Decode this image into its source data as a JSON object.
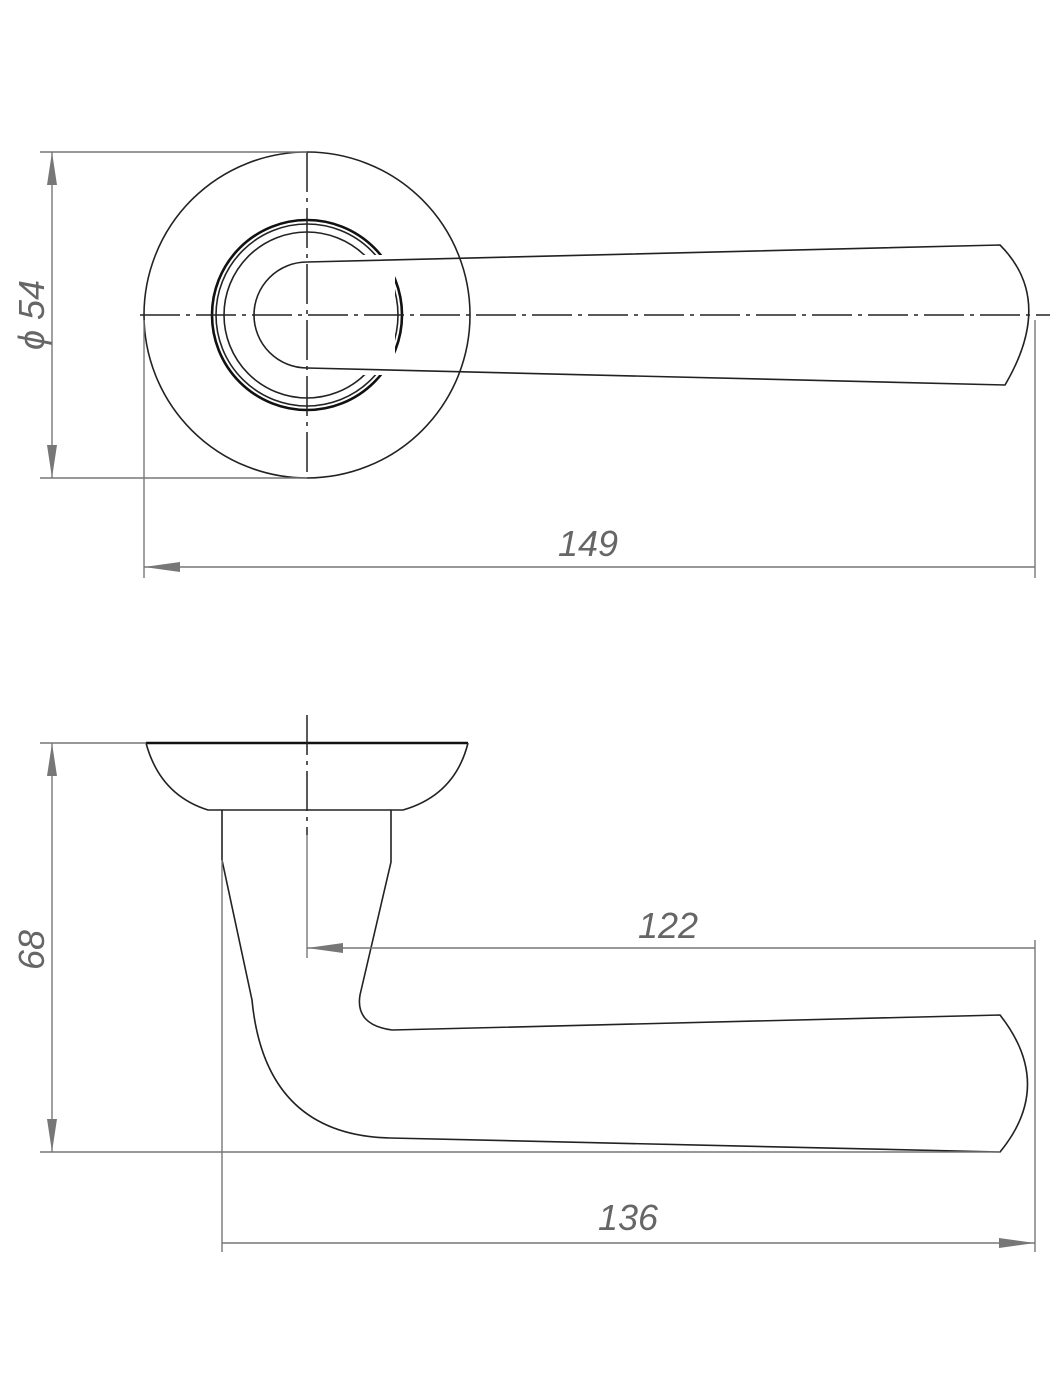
{
  "drawing": {
    "top_view": {
      "diameter_label": "ϕ 54",
      "length_label": "149"
    },
    "side_view": {
      "height_label": "68",
      "reach_label": "122",
      "overall_label": "136"
    },
    "line_color": "#222222",
    "dimension_color": "#777777"
  }
}
